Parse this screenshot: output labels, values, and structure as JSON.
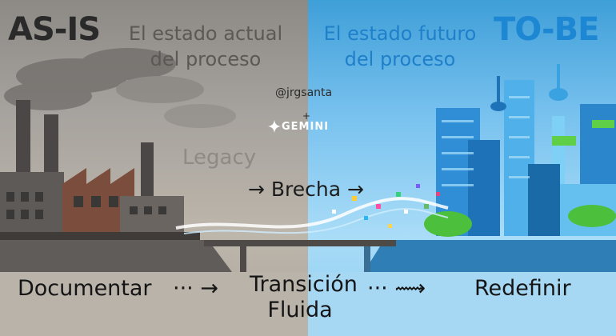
{
  "header": {
    "as_is": "AS-IS",
    "as_is_subtitle_1": "El estado actual",
    "as_is_subtitle_2": "del proceso",
    "to_be": "TO-BE",
    "to_be_subtitle_1": "El estado futuro",
    "to_be_subtitle_2": "del proceso"
  },
  "labels": {
    "legacy": "Legacy",
    "brecha": "→ Brecha →",
    "credit_handle": "@jrgsanta",
    "credit_plus": "+",
    "credit_gemini": "GEMINI"
  },
  "flow": {
    "step1": "Documentar",
    "sep1": "··· →",
    "step2": "Transición Fluida",
    "sep2": "··· ⟿",
    "step3": "Redefinir"
  },
  "colors": {
    "as_is_text": "#2a2a2a",
    "to_be_text": "#1e87d4",
    "left_sky": "#a7a39e",
    "right_sky": "#79c2ef"
  }
}
